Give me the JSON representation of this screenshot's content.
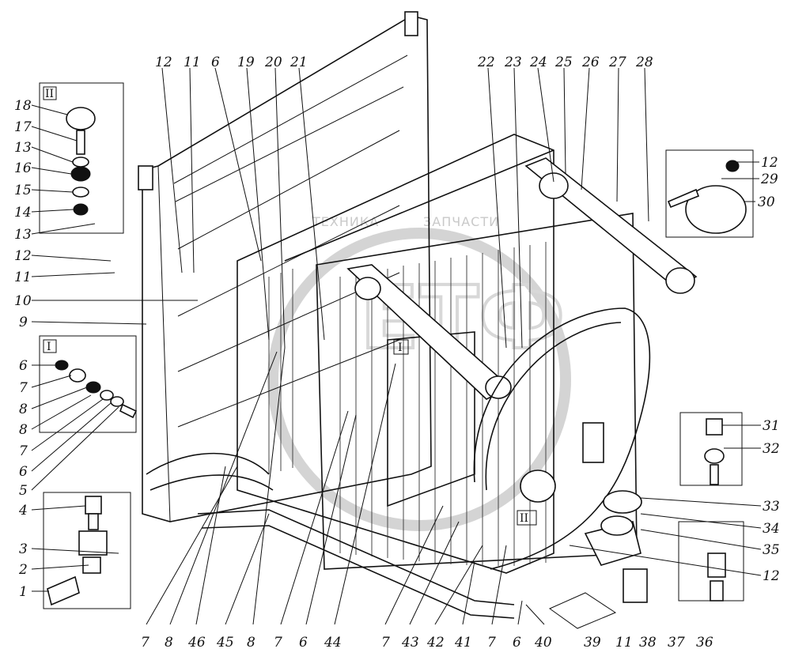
{
  "watermark": {
    "text_left": "ТЕХНИКА",
    "text_right": "ЗАПЧАСТИ",
    "logo": "ЕТФ"
  },
  "insets": {
    "II_top": "II",
    "I_left": "I",
    "I_center": "I",
    "II_center": "II"
  },
  "callouts": {
    "top": [
      "12",
      "11",
      "6",
      "19",
      "20",
      "21",
      "22",
      "23",
      "24",
      "25",
      "26",
      "27",
      "28"
    ],
    "left": [
      "18",
      "17",
      "13",
      "16",
      "15",
      "14",
      "13",
      "12",
      "11",
      "10",
      "9",
      "6",
      "7",
      "8",
      "8",
      "7",
      "6",
      "5",
      "4",
      "3",
      "2",
      "1"
    ],
    "bottom": [
      "7",
      "8",
      "46",
      "45",
      "8",
      "7",
      "6",
      "44",
      "7",
      "43",
      "42",
      "41",
      "7",
      "6",
      "40",
      "39",
      "11",
      "38",
      "37",
      "36"
    ],
    "right": [
      "12",
      "29",
      "30",
      "31",
      "32",
      "33",
      "34",
      "35",
      "12"
    ]
  }
}
